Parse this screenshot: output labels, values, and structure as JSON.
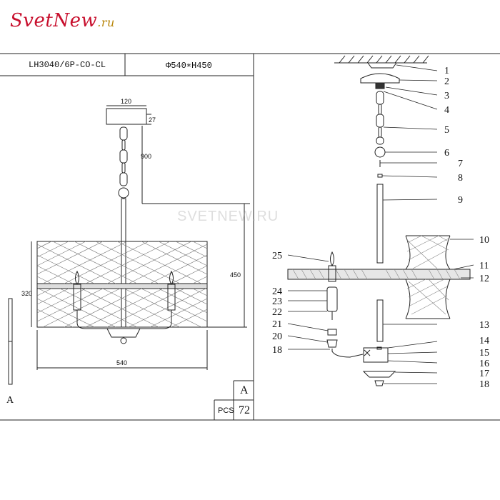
{
  "brand": {
    "name": "SvetNew",
    "tld": ".ru"
  },
  "watermark": "SVETNEW.RU",
  "title_block": {
    "model": "LH3040/6P-CO-CL",
    "size": "Φ540∗H450",
    "view_label": "A",
    "pcs_label": "PCS",
    "pcs_value": "72"
  },
  "view_a_label": "A",
  "dimensions": {
    "canopy_width": "120",
    "canopy_height": "27",
    "chain_length": "900",
    "total_height": "450",
    "shade_height": "320",
    "diameter": "540"
  },
  "part_numbers": [
    "1",
    "2",
    "3",
    "4",
    "5",
    "6",
    "7",
    "8",
    "9",
    "10",
    "11",
    "12",
    "13",
    "14",
    "15",
    "16",
    "17",
    "18"
  ],
  "left_part_numbers": [
    "25",
    "24",
    "23",
    "22",
    "21",
    "20",
    "18"
  ],
  "colors": {
    "line": "#222222",
    "logo": "#c8102e",
    "accent": "#b8860b"
  }
}
